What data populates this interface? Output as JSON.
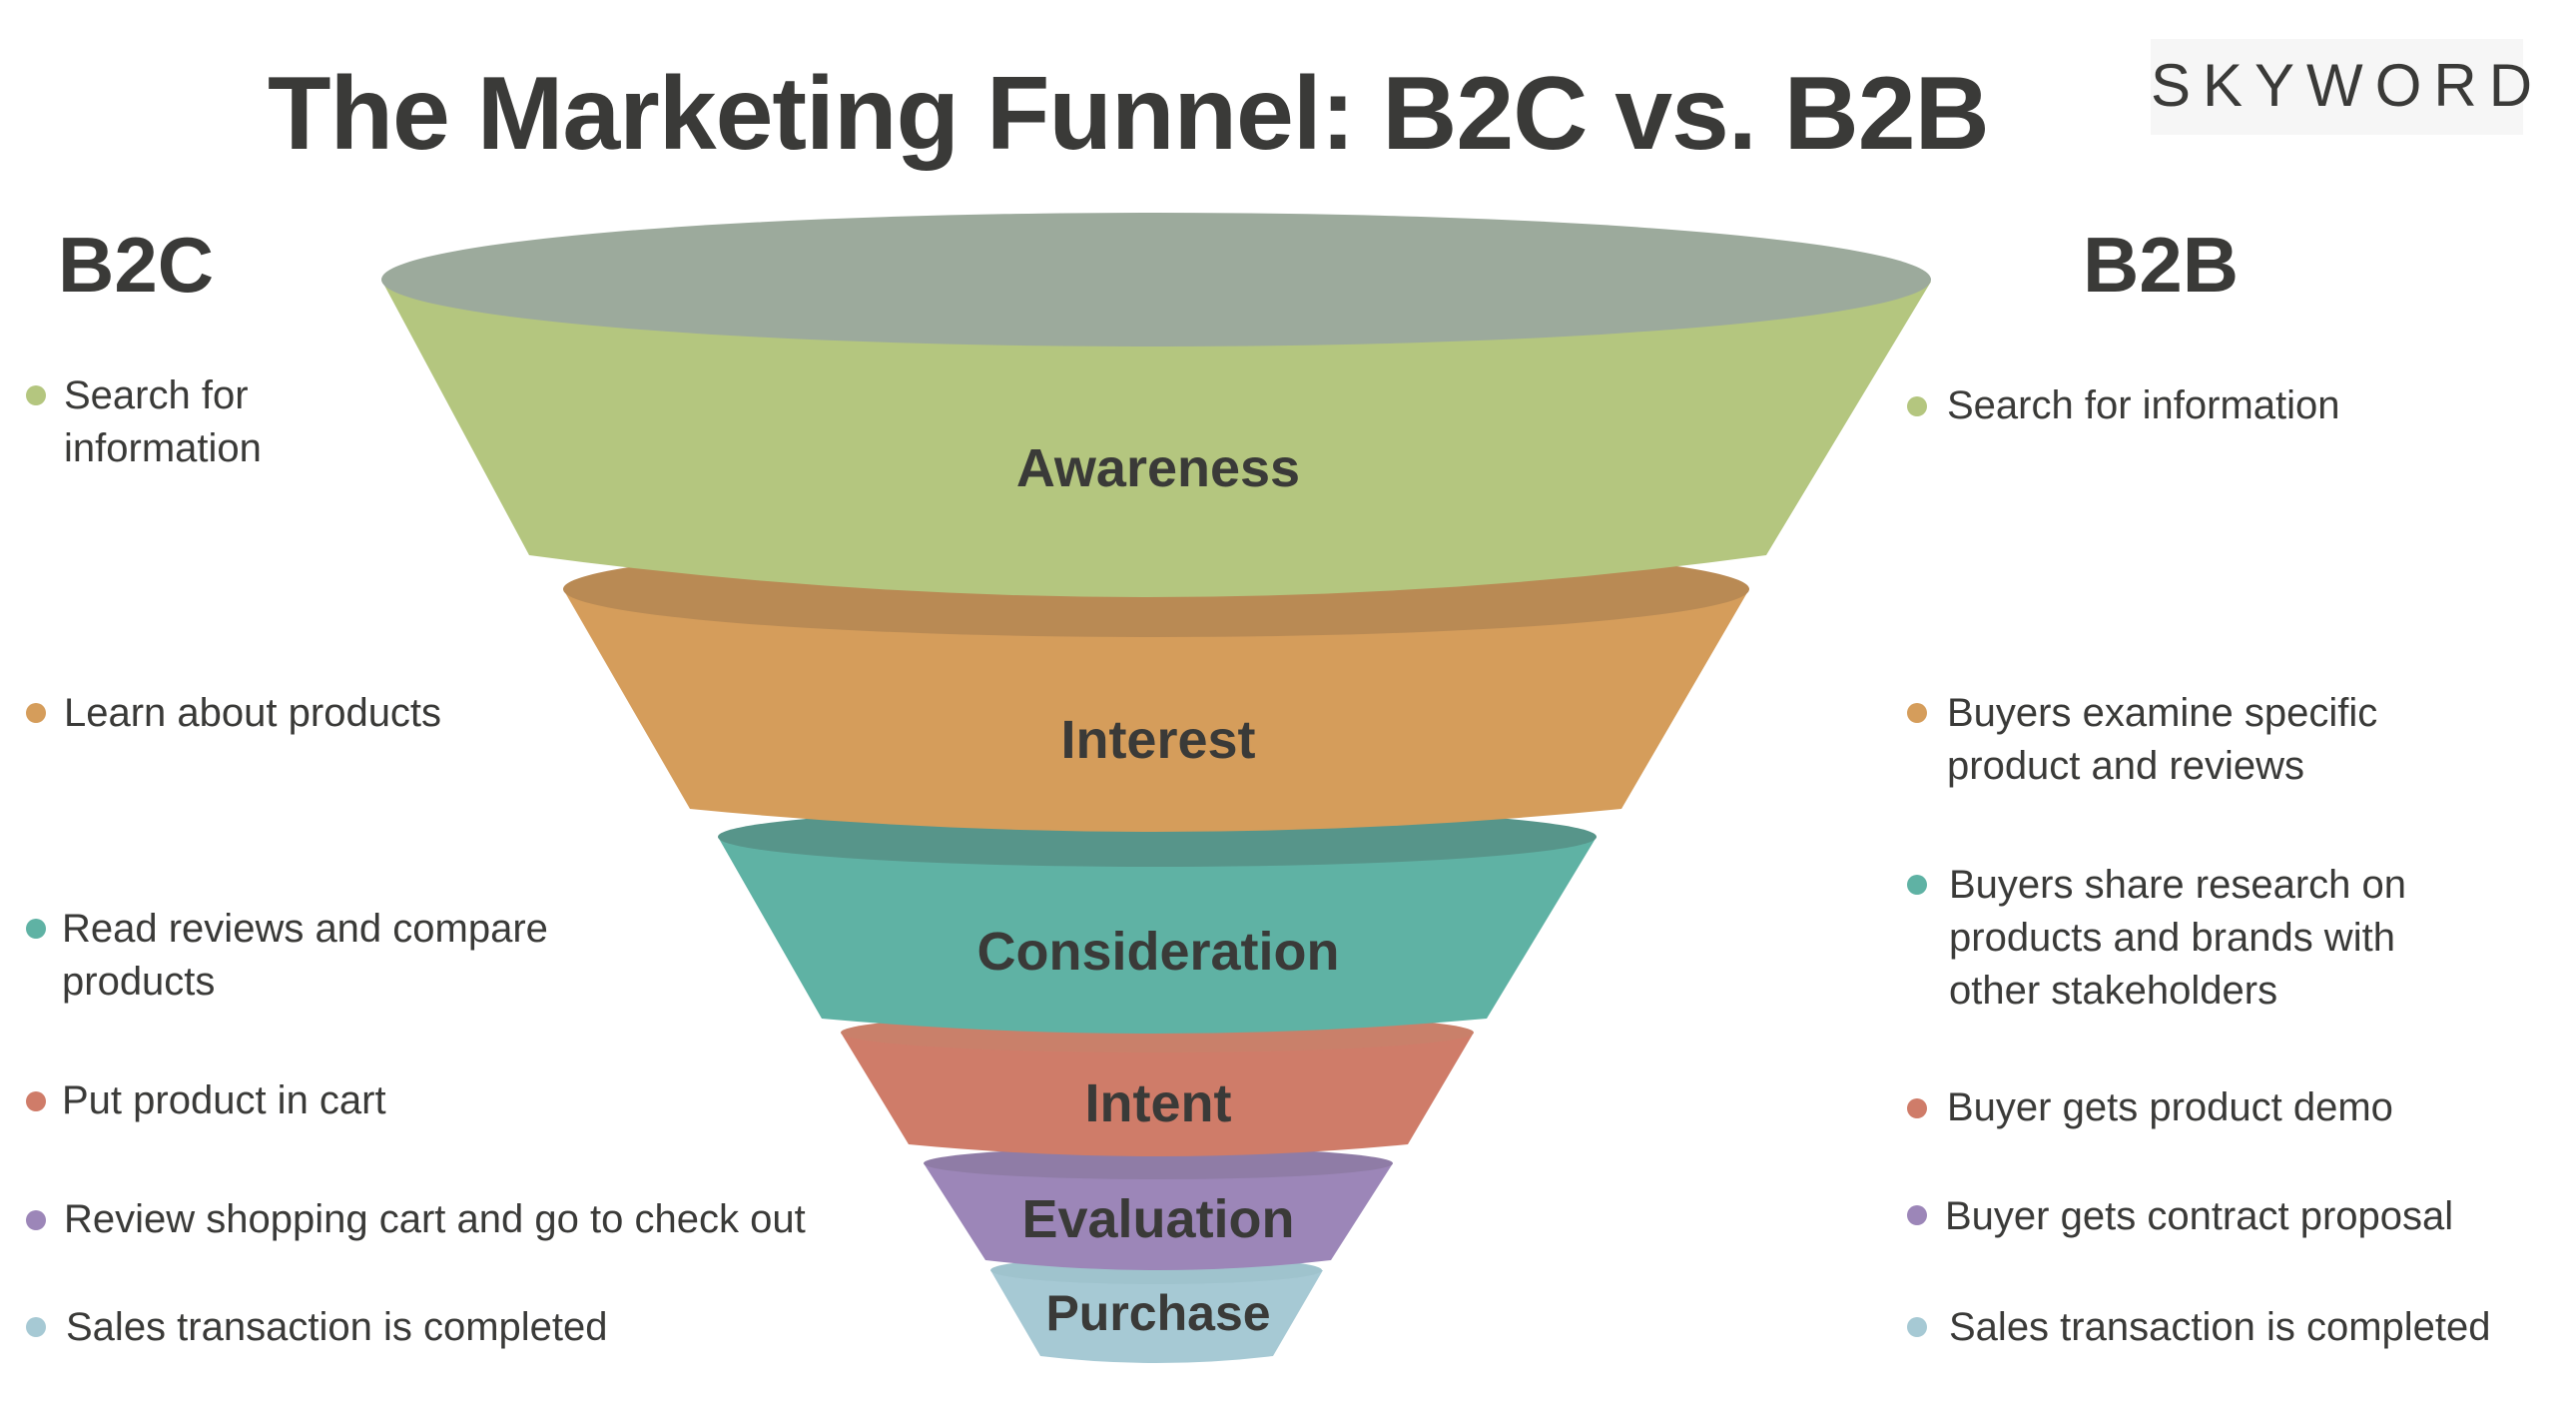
{
  "header": {
    "title": "The Marketing Funnel: B2C vs. B2B",
    "logo": "SKYWORD"
  },
  "columns": {
    "b2c": {
      "heading": "B2C",
      "items": [
        {
          "lines": [
            "Search for",
            "information"
          ],
          "color": "#b4c67f"
        },
        {
          "lines": [
            "Learn about products"
          ],
          "color": "#d59d5b"
        },
        {
          "lines": [
            "Read reviews and compare",
            "products"
          ],
          "color": "#5fb2a4"
        },
        {
          "lines": [
            "Put product in cart"
          ],
          "color": "#cf7c69"
        },
        {
          "lines": [
            "Review shopping cart and go to check out"
          ],
          "color": "#9c86b8"
        },
        {
          "lines": [
            "Sales transaction is completed"
          ],
          "color": "#a6c9d4"
        }
      ]
    },
    "b2b": {
      "heading": "B2B",
      "items": [
        {
          "lines": [
            "Search for information"
          ],
          "color": "#b4c67f"
        },
        {
          "lines": [
            "Buyers examine specific",
            "product and reviews"
          ],
          "color": "#d59d5b"
        },
        {
          "lines": [
            "Buyers share research on",
            "products and brands with",
            "other stakeholders"
          ],
          "color": "#5fb2a4"
        },
        {
          "lines": [
            "Buyer gets product demo"
          ],
          "color": "#cf7c69"
        },
        {
          "lines": [
            "Buyer gets contract proposal"
          ],
          "color": "#9c86b8"
        },
        {
          "lines": [
            "Sales transaction is completed"
          ],
          "color": "#a6c9d4"
        }
      ]
    }
  },
  "funnel": {
    "rim_color": "#9caa9c",
    "stages": [
      {
        "label": "Awareness",
        "color": "#b4c67f",
        "rim": "#9caa9c"
      },
      {
        "label": "Interest",
        "color": "#d59d5b",
        "rim": "#b98a54"
      },
      {
        "label": "Consideration",
        "color": "#5fb2a4",
        "rim": "#57958a"
      },
      {
        "label": "Intent",
        "color": "#cf7c69",
        "rim": "#c9806a"
      },
      {
        "label": "Evaluation",
        "color": "#9c86b8",
        "rim": "#8f7ca6"
      },
      {
        "label": "Purchase",
        "color": "#a6c9d4",
        "rim": "#9fc3cd"
      }
    ]
  }
}
